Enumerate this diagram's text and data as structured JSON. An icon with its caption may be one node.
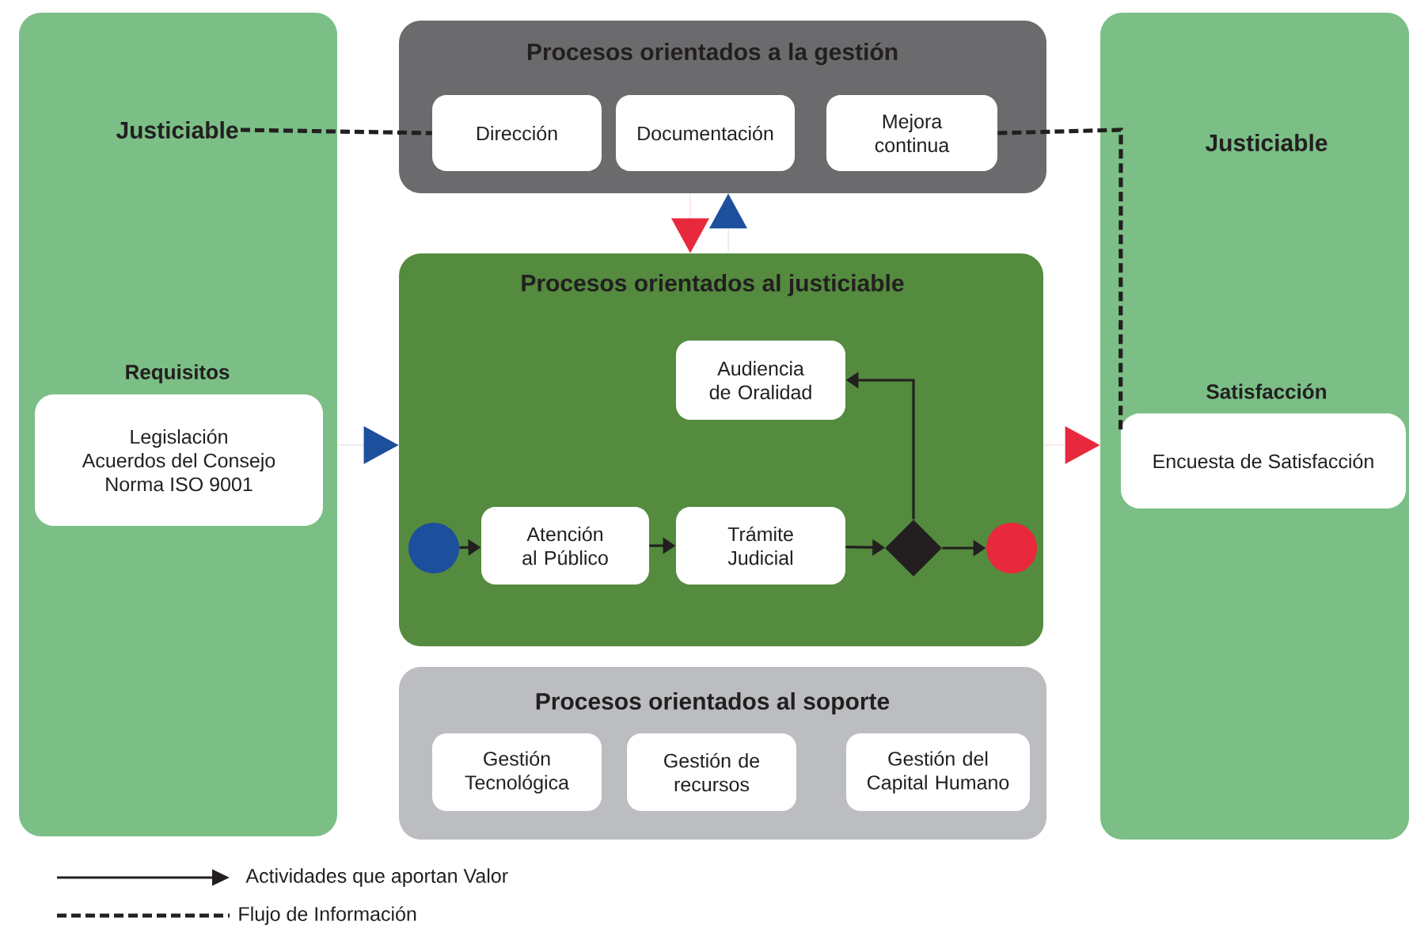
{
  "diagram": {
    "nodes": [
      {
        "text": [],
        "shape": "box"
      },
      {
        "text": [
          "Justiciable"
        ],
        "in": 0
      },
      {
        "text": [
          "Requisitos",
          "Legislación",
          "Acuerdos del Consejo",
          "Norma ISO 9001"
        ],
        "in": 0
      },
      {
        "text": [
          "Procesos orientados a la gestión"
        ]
      },
      {
        "text": [
          "Dirección"
        ],
        "in": 3
      },
      {
        "text": [
          "Documentación"
        ],
        "in": 3
      },
      {
        "text": [
          "Mejora continua"
        ],
        "in": 3
      },
      {
        "text": [
          "Justiciable"
        ]
      },
      {
        "text": [
          "Satisfacción",
          "Encuesta de Satisfacción"
        ],
        "in": 7
      },
      {
        "text": [
          "Procesos orientados al justiciable"
        ]
      },
      {
        "text": [
          "Audiencia de Oralidad"
        ],
        "in": 9
      },
      {
        "text": [],
        "shape": "circle",
        "in": 9
      },
      {
        "text": [
          "Atención al Público"
        ],
        "in": 9
      },
      {
        "text": [
          "Trámite Judicial"
        ],
        "in": 9
      },
      {
        "text": [],
        "shape": "diamond",
        "in": 9
      },
      {
        "text": [],
        "shape": "circle",
        "in": 9
      },
      {
        "text": [
          "Procesos orientados al soporte"
        ]
      },
      {
        "text": [
          "Gestión Tecnológica"
        ],
        "in": 16
      },
      {
        "text": [
          "Gestión de recursos"
        ],
        "in": 16
      },
      {
        "text": [
          "Gestión del Capital Humano"
        ],
        "in": 16
      }
    ],
    "edges": [
      {
        "from": 1,
        "to": 4,
        "arrow": "none",
        "style": "dashed"
      },
      {
        "from": 6,
        "to": 8,
        "arrow": "none",
        "style": "dashed"
      },
      {
        "from": 11,
        "to": 12,
        "arrow": "to"
      },
      {
        "from": 12,
        "to": 13,
        "arrow": "to"
      },
      {
        "from": 13,
        "to": 14,
        "arrow": "to"
      },
      {
        "from": 14,
        "to": 15,
        "arrow": "to"
      },
      {
        "from": 14,
        "to": 10,
        "arrow": "to"
      },
      {
        "from": 0,
        "to": 9,
        "arrow": "to",
        "color": "#1c4f9c"
      },
      {
        "from": 3,
        "to": 9,
        "arrow": "to",
        "color": "#e8283c"
      },
      {
        "from": 9,
        "to": 3,
        "arrow": "to",
        "color": "#1c4f9c"
      },
      {
        "from": 9,
        "to": 7,
        "arrow": "to",
        "color": "#e8283c"
      }
    ],
    "legend": [
      {
        "text": "Actividades que aportan Valor"
      },
      {
        "text": "Flujo de Información"
      }
    ]
  }
}
